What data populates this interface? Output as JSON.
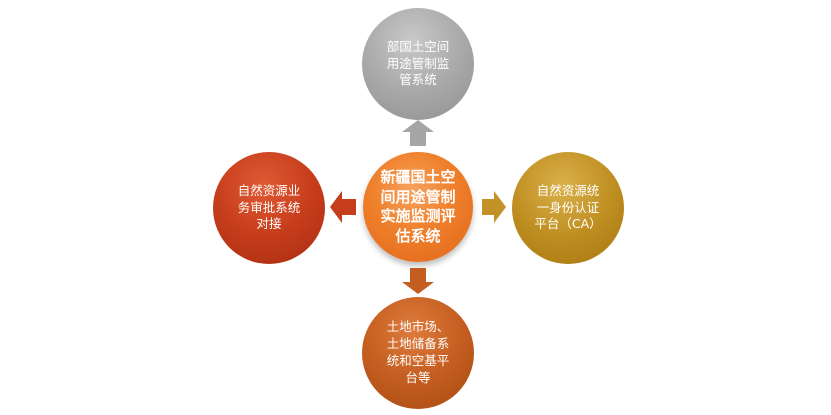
{
  "center": {
    "label": "新疆国土空\n间用途管制\n实施监测评\n估系统"
  },
  "top": {
    "label": "部国土空间\n用途管制监\n管系统"
  },
  "right": {
    "label": "自然资源统\n一身份认证\n平台（CA）"
  },
  "left": {
    "label": "自然资源业\n务审批系统\n对接"
  },
  "bottom": {
    "label": "土地市场、\n土地储备系\n统和空基平\n台等"
  },
  "colors": {
    "center": "#ef7f2a",
    "top": "#a9a9a9",
    "right": "#c08f22",
    "left": "#c63d1b",
    "bottom": "#c45e20",
    "arrow_top": "#a6a6a6",
    "arrow_right": "#c29228",
    "arrow_left": "#c63d1b",
    "arrow_bottom": "#c45e20"
  }
}
